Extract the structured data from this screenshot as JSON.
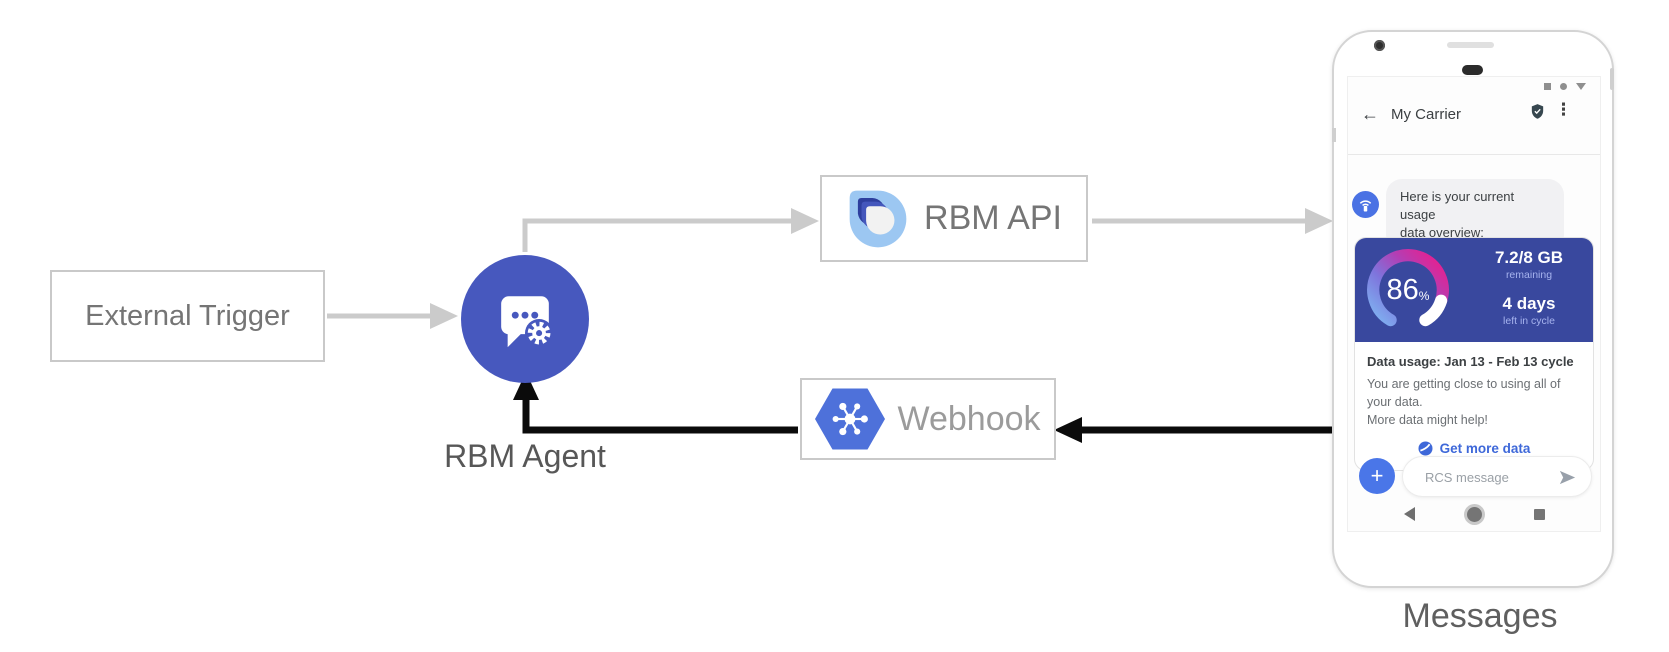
{
  "diagram": {
    "external_trigger_label": "External Trigger",
    "rbm_agent_label": "RBM Agent",
    "rbm_api_label": "RBM API",
    "webhook_label": "Webhook",
    "phone_caption": "Messages"
  },
  "phone": {
    "header": {
      "back_glyph": "←",
      "title": "My Carrier",
      "menu_glyph": "⋮"
    },
    "message": {
      "line1": "Here is your current usage",
      "line2": "data overview:"
    },
    "usage_card": {
      "percent_value": "86",
      "percent_unit": "%",
      "remaining_value": "7.2/8 GB",
      "remaining_label": "remaining",
      "days_value": "4 days",
      "days_label": "left in cycle",
      "title": "Data usage: Jan 13 - Feb 13 cycle",
      "body_line1": "You are getting close to using all of your data.",
      "body_line2": "More data might help!",
      "action_label": "Get more data"
    },
    "composer": {
      "plus_glyph": "+",
      "placeholder": "RCS message"
    }
  },
  "colors": {
    "agent_blue": "#4758BE",
    "usage_card_blue": "#39489E",
    "composer_blue": "#4A76E8",
    "link_blue": "#3E68D9",
    "arrow_gray": "#CBCBCB",
    "arrow_black": "#0B0B0B",
    "gauge_gradient_start": "#7FB5F2",
    "gauge_gradient_end": "#E81F8E"
  }
}
